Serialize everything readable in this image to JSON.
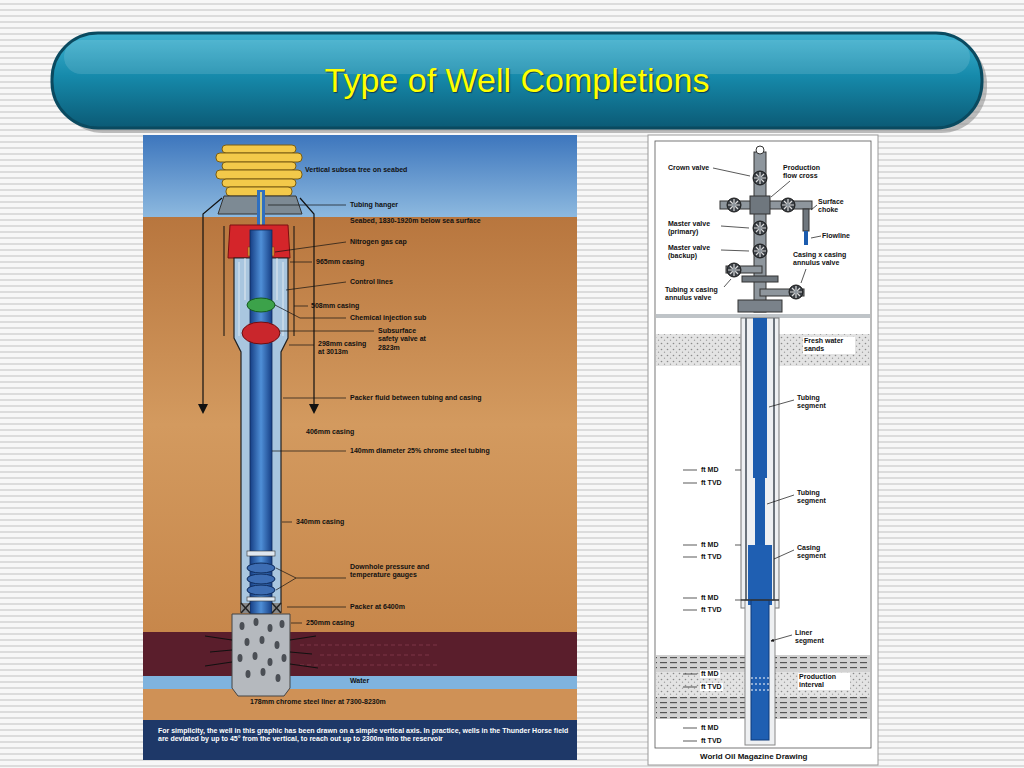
{
  "diagram": {
    "title": "Type of Well Completions",
    "labels": [
      "Vertical subsea tree on seabed",
      "Tubing hanger",
      "Seabed, 1830-1920m below sea surface",
      "Nitrogen gas cap",
      "965mm casing",
      "Control lines",
      "508mm casing",
      "Chemical injection sub",
      "Subsurface safety valve at 2823m",
      "298mm casing at 3013m",
      "Packer fluid between tubing and casing",
      "406mm casing",
      "140mm diameter 25% chrome steel tubing",
      "340mm casing",
      "Downhole pressure and temperature gauges",
      "Packer at 6400m",
      "250mm casing",
      "Water",
      "178mm chrome steel liner at 7300-8230m",
      "For simplicity, the well in this graphic has been drawn on a simple vertical axis. In practice, wells in the Thunder Horse field are deviated by up to 45° from the vertical, to reach out up to 2300m into the reservoir",
      "Crown valve",
      "Production flow cross",
      "Surface choke",
      "Master valve (primary)",
      "Flowline",
      "Master valve (backup)",
      "Casing x casing annulus valve",
      "Tubing x casing annulus valve",
      "Fresh water sands",
      "Tubing segment",
      "ft MD",
      "ft TVD",
      "Tubing segment",
      "ft MD",
      "ft TVD",
      "Casing segment",
      "ft MD",
      "ft TVD",
      "Liner segment",
      "ft MD",
      "ft TVD",
      "Production interval",
      "ft MD",
      "ft TVD",
      "World Oil Magazine Drawing"
    ]
  }
}
